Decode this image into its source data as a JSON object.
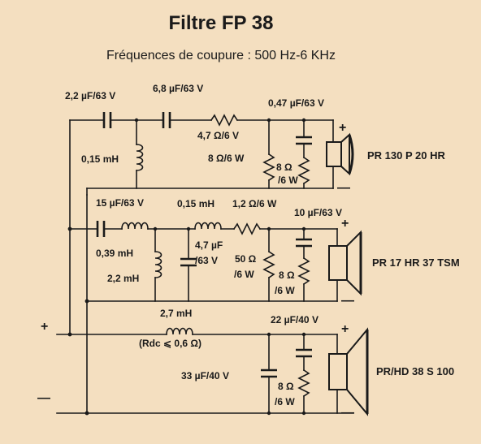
{
  "header": {
    "title": "Filtre FP 38",
    "subtitle": "Fréquences de coupure : 500 Hz-6 KHz"
  },
  "input": {
    "plus": "+",
    "minus": "—"
  },
  "tweeter": {
    "c1": "2,2 µF/63 V",
    "c2": "6,8 µF/63 V",
    "l1": "0,15 mH",
    "r_series": "4,7 Ω/6 V",
    "r_shunt": "8 Ω/6 W",
    "c_parallel": "0,47 µF/63 V",
    "r_parallel_1": "8 Ω",
    "r_parallel_2": "/6 W",
    "plus": "+",
    "minus": "—",
    "speaker": "PR 130 P 20 HR"
  },
  "midrange": {
    "c1": "15 µF/63 V",
    "l1": "0,15 mH",
    "r_series": "1,2 Ω/6 W",
    "l_shunt_1": "0,39 mH",
    "l_shunt_2": "2,2 mH",
    "c_shunt_1": "4,7 µF",
    "c_shunt_2": "/63 V",
    "r_shunt_1": "50 Ω",
    "r_shunt_2": "/6 W",
    "c_parallel": "10 µF/63 V",
    "r_parallel_1": "8 Ω",
    "r_parallel_2": "/6 W",
    "plus": "+",
    "minus": "—",
    "speaker": "PR 17 HR 37 TSM"
  },
  "woofer": {
    "l1": "2,7 mH",
    "rdc": "(Rdc ⩽ 0,6 Ω)",
    "c_shunt": "33 µF/40 V",
    "c_parallel": "22 µF/40 V",
    "r_parallel_1": "8 Ω",
    "r_parallel_2": "/6 W",
    "plus": "+",
    "minus": "—",
    "speaker": "PR/HD 38 S 100"
  }
}
